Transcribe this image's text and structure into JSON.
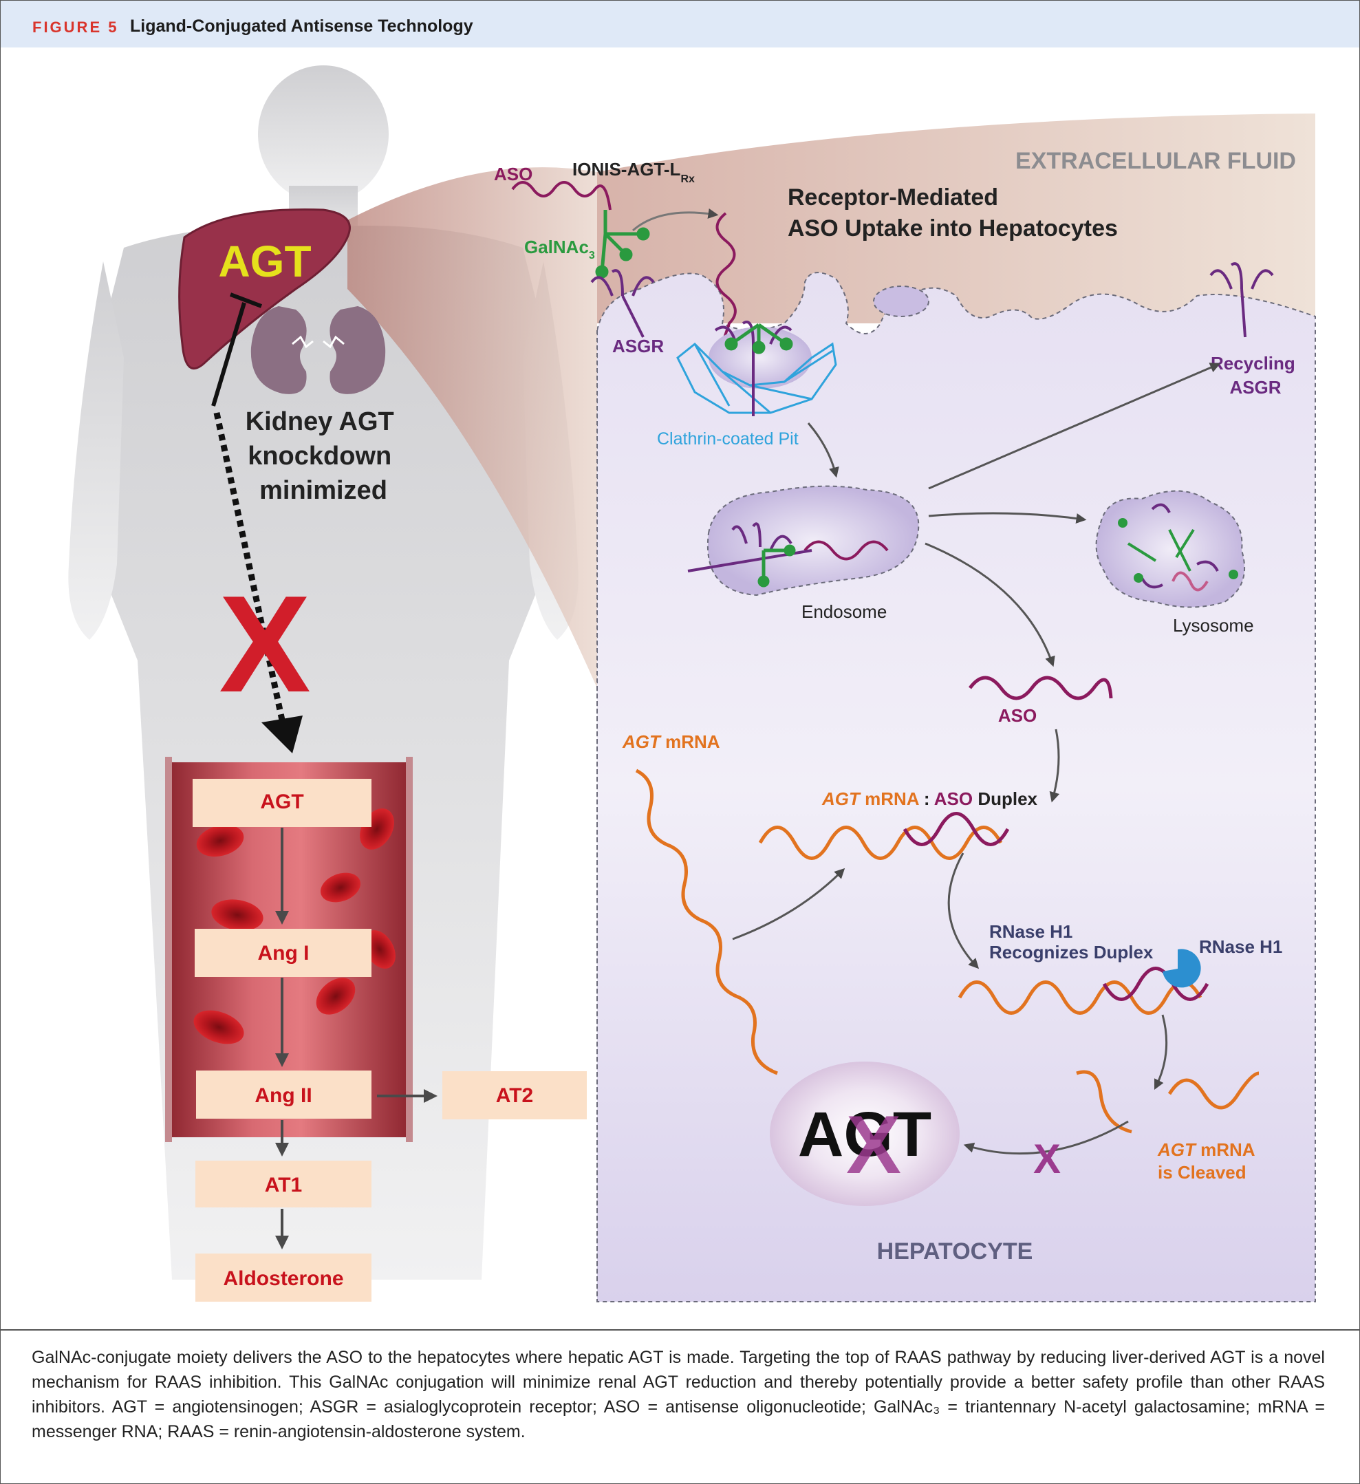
{
  "header": {
    "figure_label": "FIGURE 5",
    "title": "Ligand-Conjugated Antisense Technology"
  },
  "labels": {
    "liver_agt": "AGT",
    "kidney_note": [
      "Kidney AGT",
      "knockdown",
      "minimized"
    ],
    "extracellular_fluid": "EXTRACELLULAR FLUID",
    "aso_top": "ASO",
    "ionis": "IONIS-AGT-L",
    "ionis_sub": "Rx",
    "galnac": "GalNAc",
    "galnac_sub": "3",
    "receptor_title": [
      "Receptor-Mediated",
      "ASO Uptake into Hepatocytes"
    ],
    "asgr": "ASGR",
    "clathrin": "Clathrin-coated Pit",
    "recycling_asgr": [
      "Recycling",
      "ASGR"
    ],
    "endosome": "Endosome",
    "lysosome": "Lysosome",
    "aso_free": "ASO",
    "agt_mrna_italic": "AGT",
    "mrna_word": " mRNA",
    "duplex_agt": "AGT",
    "duplex_mrna": " mRNA",
    "duplex_colon": " : ",
    "duplex_aso": "ASO",
    "duplex_word": " Duplex",
    "rnase_recognizes": [
      "RNase H1",
      "Recognizes Duplex"
    ],
    "rnase_h1": "RNase H1",
    "cleaved_agt": "AGT",
    "cleaved_mrna": " mRNA",
    "cleaved_line2": "is Cleaved",
    "agt_protein": "AGT",
    "x_mark": "X",
    "hepatocyte": "HEPATOCYTE"
  },
  "pathway": {
    "vessel_boxes": [
      "AGT",
      "Ang I",
      "Ang II"
    ],
    "at2": "AT2",
    "at1": "AT1",
    "aldosterone": "Aldosterone"
  },
  "caption": "GalNAc-conjugate moiety delivers the ASO to the hepatocytes where hepatic AGT is made. Targeting the top of RAAS pathway by reducing liver-derived AGT is a novel mechanism for RAAS inhibition. This GalNAc conjugation will minimize renal AGT reduction and thereby potentially provide a better safety profile than other RAAS inhibitors. AGT = angiotensinogen; ASGR = asialoglycoprotein receptor; ASO = antisense oligonucleotide; GalNAc₃ = triantennary N-acetyl galactosamine; mRNA = messenger RNA; RAAS = renin-angiotensin-aldosterone system.",
  "colors": {
    "header_bg": "#dfe9f7",
    "figure_red": "#d9342b",
    "aso": "#8b1a5e",
    "galnac": "#2a9a3f",
    "asgr": "#6a2a80",
    "clathrin": "#2fa3dc",
    "mrna": "#e2731f",
    "box": "#fbe0c8",
    "box_text": "#c8121c",
    "cell": "#ece7f5",
    "blood": "#a8323b",
    "rnase": "#2c8fd0"
  }
}
